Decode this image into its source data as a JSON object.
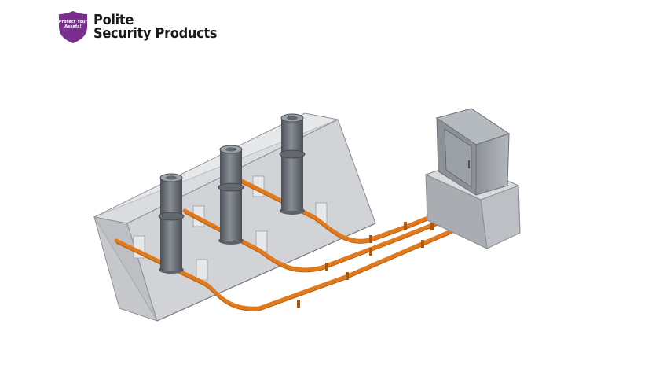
{
  "logo": {
    "tagline": "Protect Your Assets!",
    "name_line1": "Polite",
    "name_line2": "Security Products",
    "brand_color": "#7a2e8e"
  },
  "diagram": {
    "components": [
      "concrete-foundation",
      "bollard",
      "bollard",
      "bollard",
      "control-cabinet",
      "cabinet-plinth",
      "conduit",
      "conduit",
      "conduit"
    ],
    "colors": {
      "concrete": "#b9bcc0",
      "conduit": "#e07a1c",
      "bollard": "#6d7178",
      "cabinet": "#9aa0a6"
    }
  }
}
